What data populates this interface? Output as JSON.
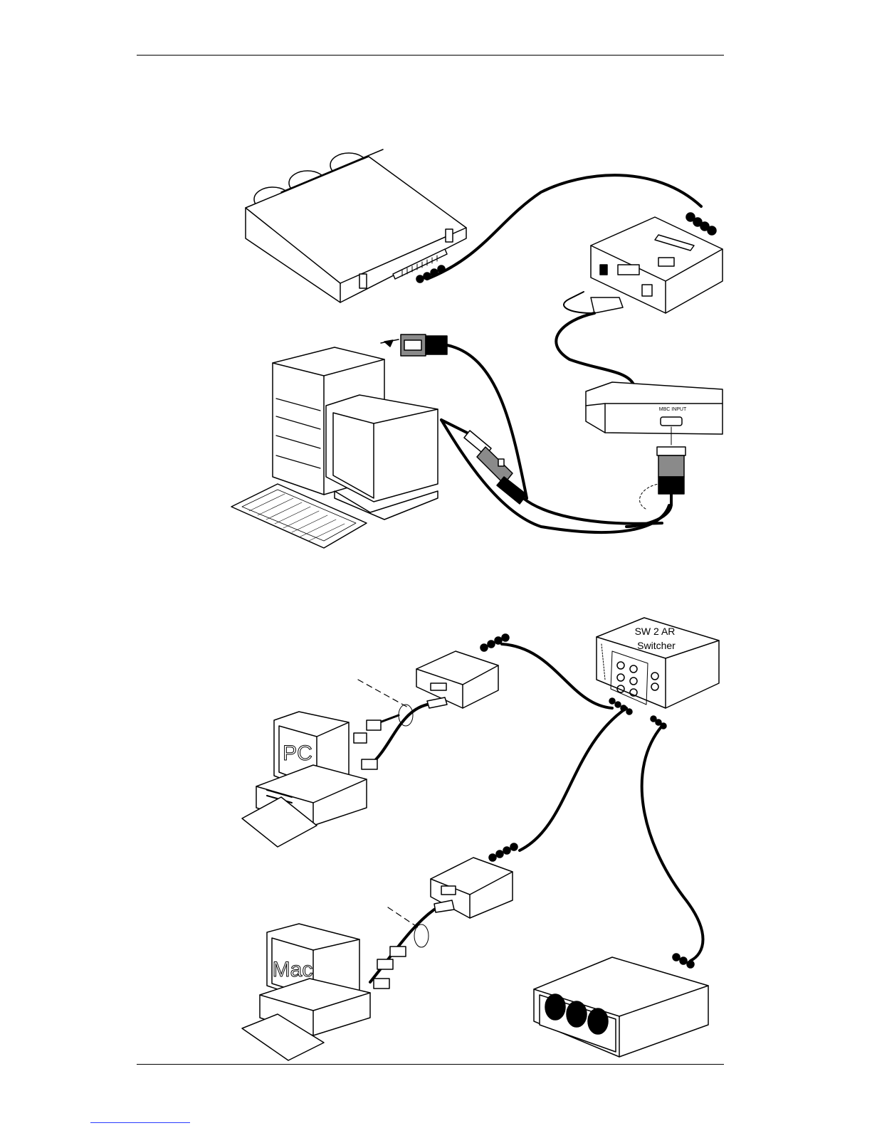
{
  "labels": {
    "rgb_interface_front": "MBC INPUT",
    "pc_monitor_text": "PC",
    "mac_monitor_text": "Mac",
    "switcher_line1": "SW 2 AR",
    "switcher_line2": "Switcher"
  },
  "colors": {
    "ink": "#000000",
    "paper": "#ffffff",
    "connector_gray": "#8a8a8a",
    "link_blue": "#2a3cff"
  }
}
